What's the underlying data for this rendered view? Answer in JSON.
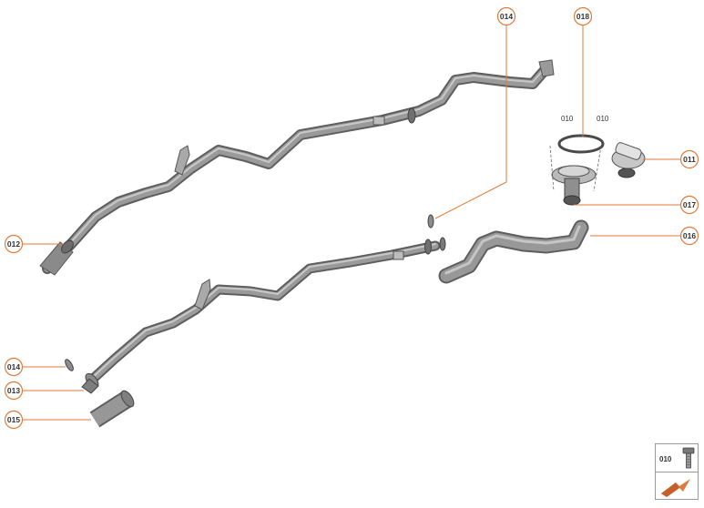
{
  "diagram": {
    "accent_color": "#e07a3a",
    "tube_color": "#8f8f8f",
    "callouts": [
      {
        "id": "c-014-top",
        "label": "014"
      },
      {
        "id": "c-018",
        "label": "018"
      },
      {
        "id": "c-011",
        "label": "011"
      },
      {
        "id": "c-017",
        "label": "017"
      },
      {
        "id": "c-016",
        "label": "016"
      },
      {
        "id": "c-012",
        "label": "012"
      },
      {
        "id": "c-014-left",
        "label": "014"
      },
      {
        "id": "c-013",
        "label": "013"
      },
      {
        "id": "c-015",
        "label": "015"
      }
    ],
    "screw_labels": [
      "010",
      "010"
    ]
  },
  "legend": {
    "part_label": "010",
    "icon": "bolt-icon",
    "arrow_icon": "view-direction-arrow-icon"
  }
}
